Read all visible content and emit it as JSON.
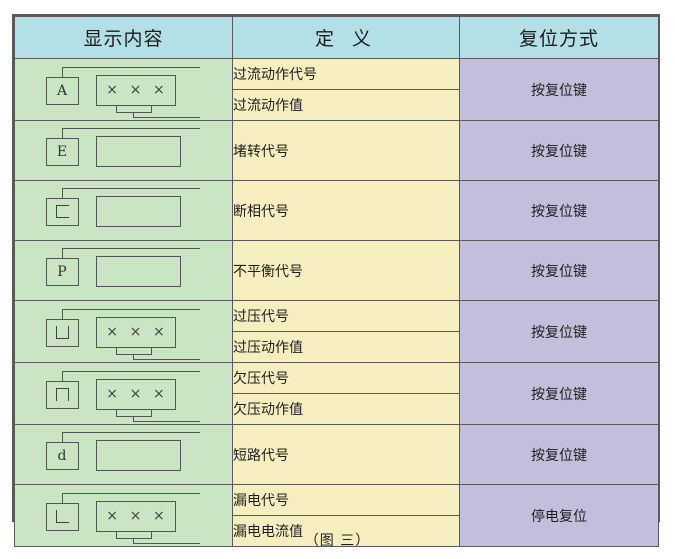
{
  "figure": {
    "caption": "（图 三）"
  },
  "table": {
    "headers": {
      "display": "显示内容",
      "definition": "定 义",
      "reset": "复位方式"
    },
    "rows": [
      {
        "display": {
          "char": "A",
          "char_type": "letter",
          "value_box": "×××",
          "has_value": true,
          "top_leader": true,
          "bottom_leader": true
        },
        "definitions": [
          "过流动作代号",
          "过流动作值"
        ],
        "reset": "按复位键"
      },
      {
        "display": {
          "char": "E",
          "char_type": "letter",
          "value_box": "",
          "has_value": false,
          "top_leader": true,
          "bottom_leader": false
        },
        "definitions": [
          "堵转代号"
        ],
        "reset": "按复位键"
      },
      {
        "display": {
          "char": "C",
          "char_type": "bracket-left",
          "value_box": "",
          "has_value": false,
          "top_leader": true,
          "bottom_leader": false
        },
        "definitions": [
          "断相代号"
        ],
        "reset": "按复位键"
      },
      {
        "display": {
          "char": "P",
          "char_type": "letter",
          "value_box": "",
          "has_value": false,
          "top_leader": true,
          "bottom_leader": false
        },
        "definitions": [
          "不平衡代号"
        ],
        "reset": "按复位键"
      },
      {
        "display": {
          "char": "⊔",
          "char_type": "u-shape",
          "value_box": "×××",
          "has_value": true,
          "top_leader": true,
          "bottom_leader": true
        },
        "definitions": [
          "过压代号",
          "过压动作值"
        ],
        "reset": "按复位键"
      },
      {
        "display": {
          "char": "⊓",
          "char_type": "n-shape",
          "value_box": "×××",
          "has_value": true,
          "top_leader": true,
          "bottom_leader": true
        },
        "definitions": [
          "欠压代号",
          "欠压动作值"
        ],
        "reset": "按复位键"
      },
      {
        "display": {
          "char": "d",
          "char_type": "letter",
          "value_box": "",
          "has_value": false,
          "top_leader": true,
          "bottom_leader": false
        },
        "definitions": [
          "短路代号"
        ],
        "reset": "按复位键"
      },
      {
        "display": {
          "char": "L",
          "char_type": "l-shape",
          "value_box": "×××",
          "has_value": true,
          "top_leader": true,
          "bottom_leader": true
        },
        "definitions": [
          "漏电代号",
          "漏电电流值"
        ],
        "reset": "停电复位"
      }
    ]
  },
  "colors": {
    "header_bg": "#b2e0e6",
    "display_bg": "#c9e5c4",
    "definition_bg": "#f7eec0",
    "reset_bg": "#c2bfdd",
    "border": "#5a5a5a"
  }
}
